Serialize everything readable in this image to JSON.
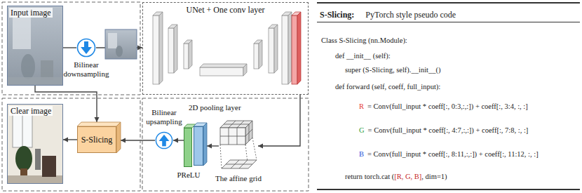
{
  "diagram": {
    "nodes": [
      {
        "text": [
          "Input image"
        ]
      },
      {
        "text": [
          "Bilinear downsampling"
        ]
      },
      {
        "text": [
          "UNet + One conv layer"
        ]
      },
      {
        "text": [
          "Clear image"
        ]
      },
      {
        "text": [
          "S-Slicing"
        ]
      },
      {
        "text": [
          "Bilinear upsampling"
        ]
      },
      {
        "text": [
          "PReLU"
        ]
      },
      {
        "text": [
          "2D pooling layer"
        ]
      },
      {
        "text": [
          "The affine grid"
        ]
      },
      {
        "text": [
          "S-Slicing:",
          "PyTorch style pseudo code",
          "Class S-Slicing (nn.Module):",
          "def __init__ (self):",
          "super (S-Slicing, self).__init__()",
          "def forward (self, coeff, full_input):",
          "R",
          "= Conv(full_input * coeff[:, 0:3,:,:]) + coeff[:, 3:4, :, :]",
          "G",
          "= Conv(full_input * coeff[:, 4:7,:,:]) + coeff[:, 7:8, :, :]",
          "B",
          "= Conv(full_input * coeff[:, 8:11,:,:]) + coeff[:, 11:12, :, :]",
          "return torch.cat (",
          "[R, G, B]",
          ", dim=1)"
        ]
      }
    ],
    "edges": [
      {
        "from": 0,
        "to": 1,
        "arrow": "none"
      },
      {
        "from": 1,
        "to": 2,
        "arrow": "to"
      },
      {
        "from": 2,
        "to": 8,
        "arrow": "to"
      },
      {
        "from": 8,
        "to": 7,
        "arrow": "to"
      },
      {
        "from": 6,
        "to": 5,
        "arrow": "to"
      },
      {
        "from": 5,
        "to": 4,
        "arrow": "to"
      },
      {
        "from": 0,
        "to": 4,
        "arrow": "to"
      },
      {
        "from": 4,
        "to": 3,
        "arrow": "to"
      }
    ]
  }
}
